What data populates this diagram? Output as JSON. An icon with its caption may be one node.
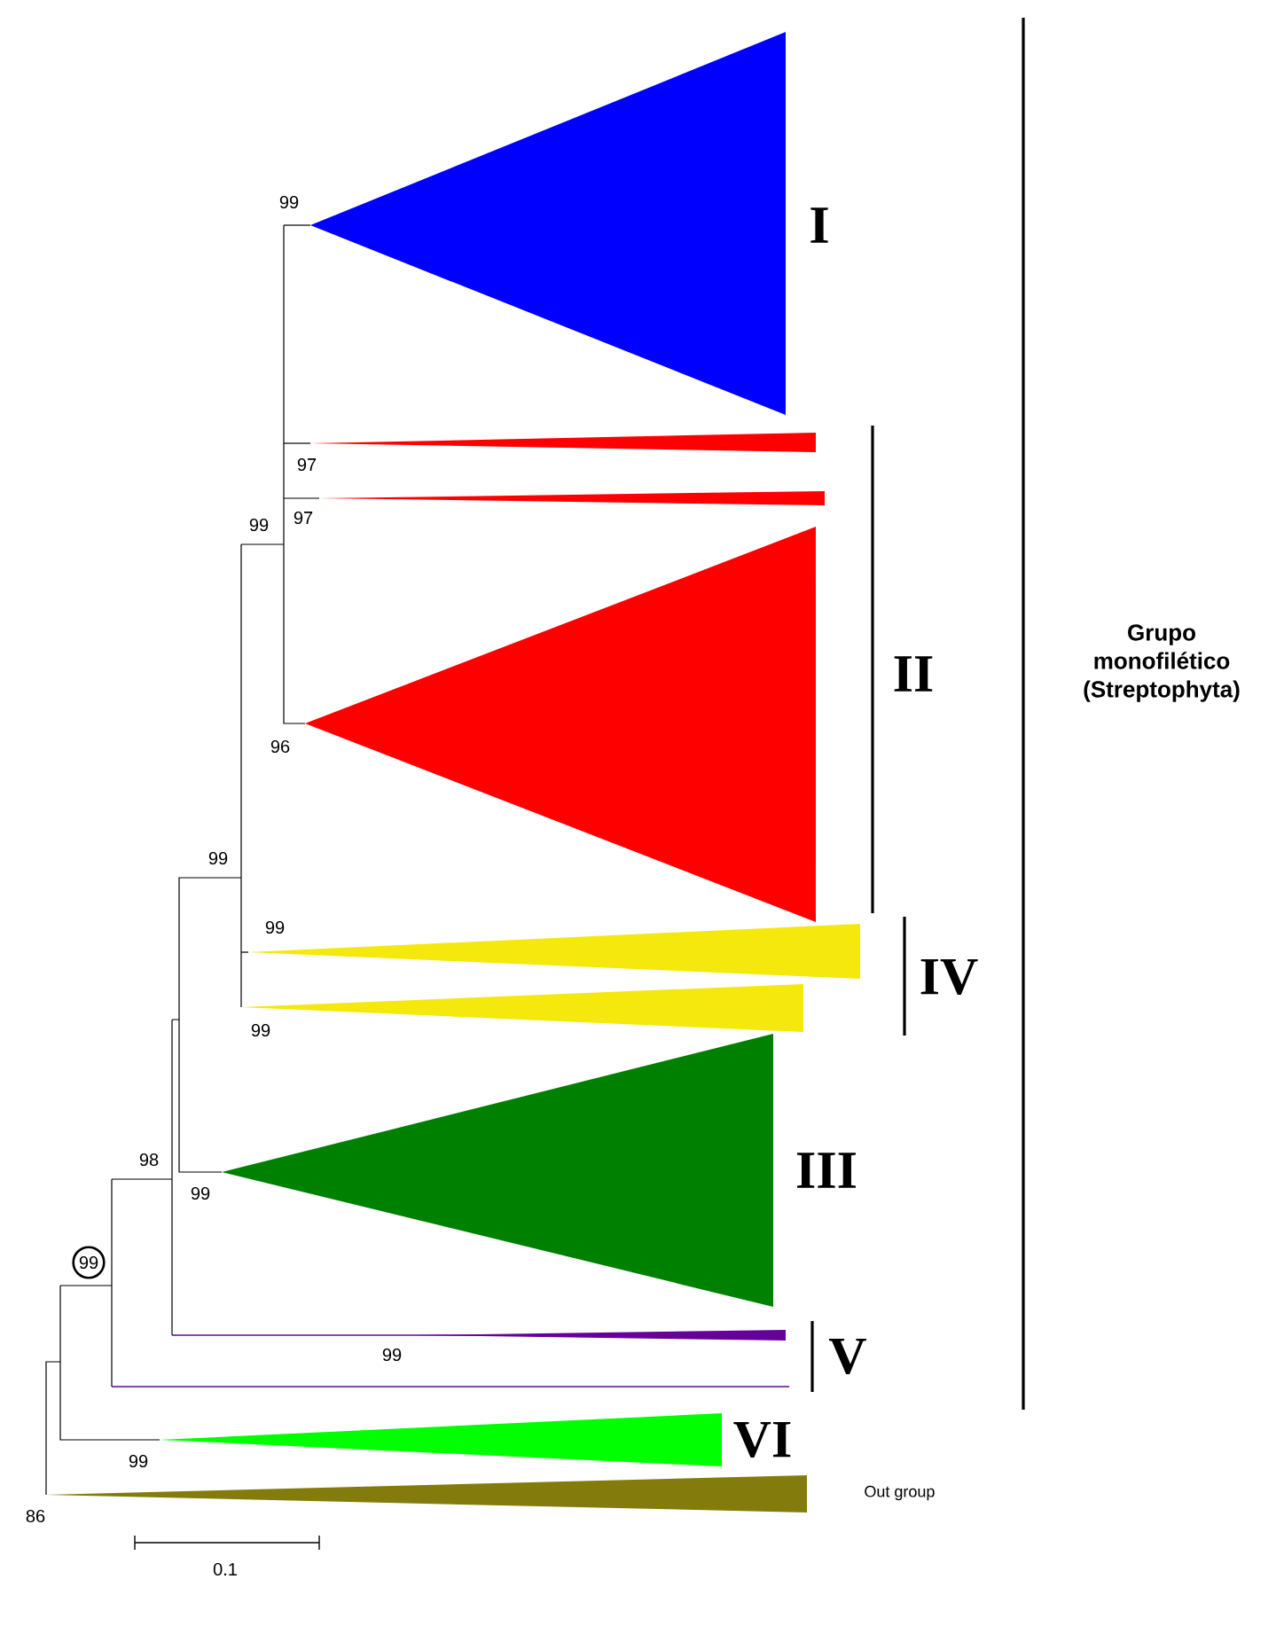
{
  "diagram": {
    "labels": [
      "99",
      "I",
      "97",
      "97",
      "99",
      "Grupo monofilético (Streptophyta)",
      "II",
      "96",
      "99",
      "99",
      "IV",
      "99",
      "98",
      "III",
      "99",
      "99",
      "99",
      "V",
      "VI",
      "99",
      "Out group",
      "86",
      "0.1"
    ]
  }
}
